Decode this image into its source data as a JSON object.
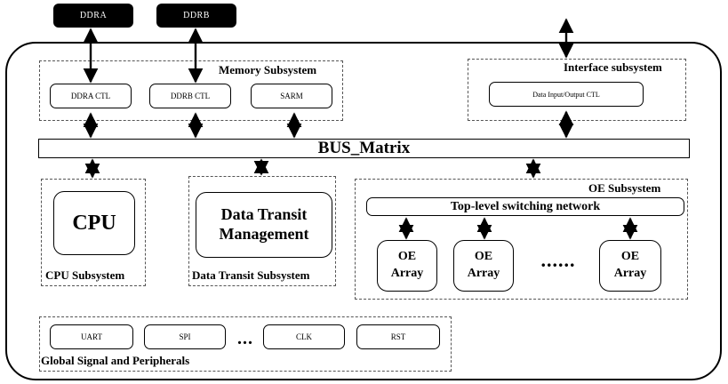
{
  "external": {
    "ddra": "DDRA",
    "ddrb": "DDRB"
  },
  "memory": {
    "title": "Memory Subsystem",
    "ddra_ctl": "DDRA CTL",
    "ddrb_ctl": "DDRB CTL",
    "sarm": "SARM"
  },
  "interface": {
    "title": "Interface subsystem",
    "ctl": "Data Input/Output CTL"
  },
  "bus": {
    "label": "BUS_Matrix"
  },
  "cpu": {
    "block": "CPU",
    "title": "CPU Subsystem"
  },
  "transit": {
    "block": "Data Transit Management",
    "title": "Data Transit Subsystem"
  },
  "oe": {
    "title": "OE Subsystem",
    "network": "Top-level switching network",
    "array_1": "OE Array",
    "array_2": "OE Array",
    "array_n": "OE Array",
    "ellipsis": "......"
  },
  "global": {
    "title": "Global Signal and Peripherals",
    "uart": "UART",
    "spi": "SPI",
    "ellipsis": "...",
    "clk": "CLK",
    "rst": "RST"
  }
}
